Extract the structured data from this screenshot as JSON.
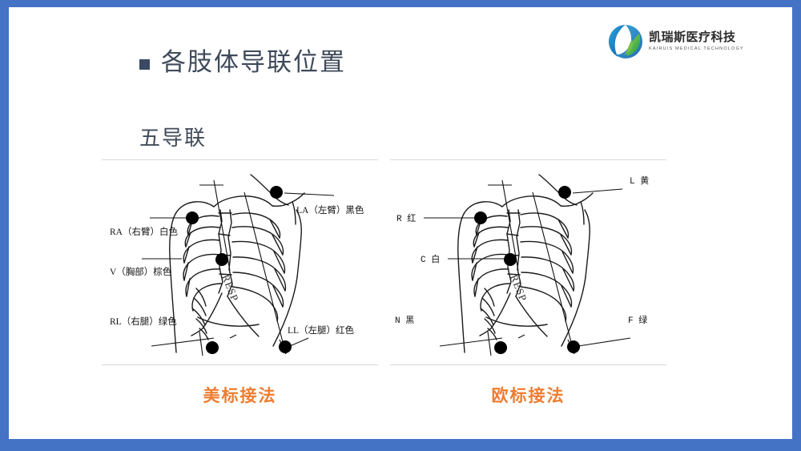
{
  "slide": {
    "background_color": "#ffffff",
    "border_color": "#4472c4"
  },
  "logo": {
    "name_cn": "凯瑞斯医疗科技",
    "name_en": "KAIRUIS MEDICAL TECHNOLOGY",
    "mark_colors": {
      "blue": "#1a7fc1",
      "green": "#5cb531"
    }
  },
  "title": {
    "bullet": "■",
    "text": "各肢体导联位置",
    "color": "#3f4a5a"
  },
  "subtitle": {
    "text": "五导联"
  },
  "diagrams": {
    "left": {
      "caption": "美标接法",
      "caption_color": "#ed7d31",
      "watermark": "RESP",
      "labels": [
        {
          "key": "LA",
          "text": "LA（左臂）黑色"
        },
        {
          "key": "RA",
          "text": "RA（右臂）白色"
        },
        {
          "key": "V",
          "text": "V（胸部）棕色"
        },
        {
          "key": "RL",
          "text": "RL（右腿）绿色"
        },
        {
          "key": "LL",
          "text": "LL（左腿）红色"
        }
      ]
    },
    "right": {
      "caption": "欧标接法",
      "caption_color": "#ed7d31",
      "watermark": "RESP",
      "labels": [
        {
          "key": "L",
          "text": "L 黄"
        },
        {
          "key": "R",
          "text": "R 红"
        },
        {
          "key": "C",
          "text": "C 白"
        },
        {
          "key": "N",
          "text": "N 黑"
        },
        {
          "key": "F",
          "text": "F 绿"
        }
      ]
    }
  }
}
